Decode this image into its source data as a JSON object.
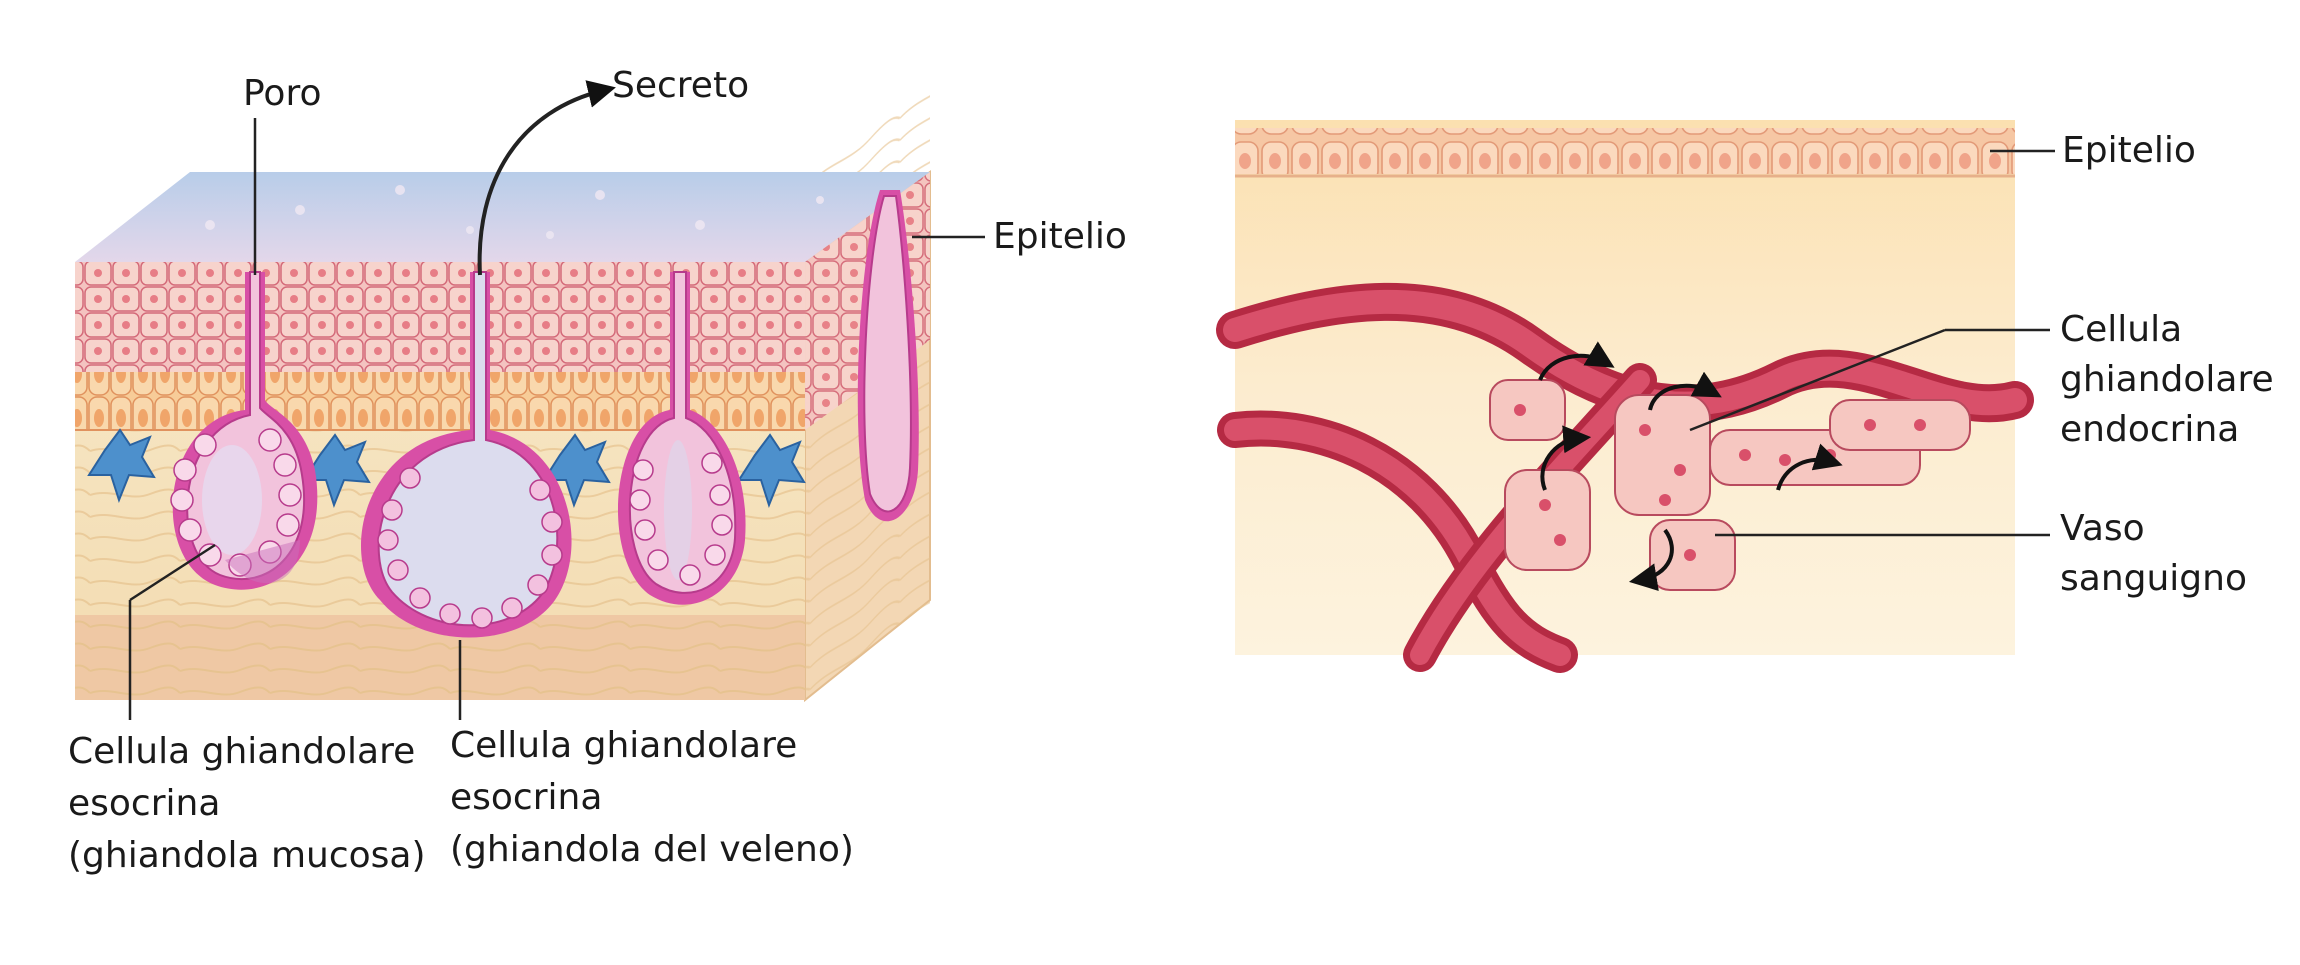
{
  "exocrine": {
    "pore_label": "Poro",
    "secretion_label": "Secreto",
    "epithelium_label": "Epitelio",
    "mucous_gland": {
      "line1": "Cellula ghiandolare",
      "line2": "esocrina",
      "line3": "(ghiandola mucosa)"
    },
    "venom_gland": {
      "line1": "Cellula ghiandolare",
      "line2": "esocrina",
      "line3": "(ghiandola del veleno)"
    }
  },
  "endocrine": {
    "epithelium_label": "Epitelio",
    "endocrine_cell": {
      "line1": "Cellula",
      "line2": "ghiandolare",
      "line3": "endocrina"
    },
    "blood_vessel": {
      "line1": "Vaso",
      "line2": "sanguigno"
    }
  },
  "colors": {
    "surface_blue": "#c9d6ec",
    "epithelium_pink": "#f1b6ba",
    "epithelium_orange": "#f6c48c",
    "gland_magenta": "#d84fa6",
    "lumen": "#dcdcee",
    "dermis": "#f8e3bb",
    "muscle": "#eebf9a",
    "vessel_red": "#c8324a",
    "melanocyte_blue": "#4d90cc",
    "endocrine_bg": "#fbe7c0"
  }
}
